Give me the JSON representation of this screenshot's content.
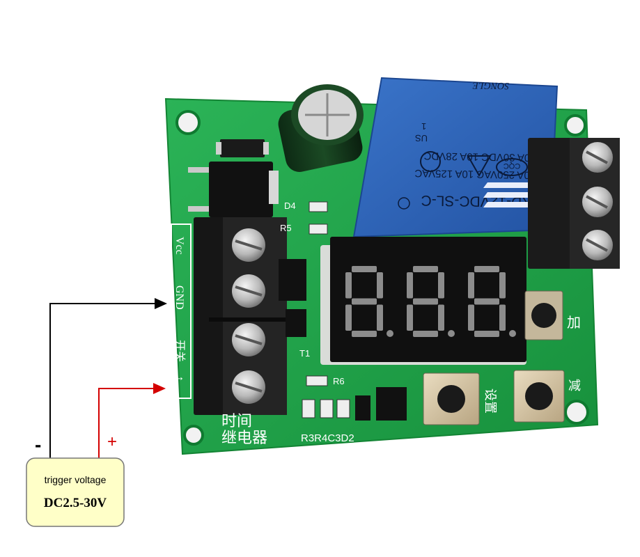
{
  "relay": {
    "model": "SRD-12VDC-SL-C",
    "ratings": [
      "10A 250VAC  10A 125VAC",
      "10A 30VDC  10A 28VDC"
    ],
    "brand": "SONGLE",
    "cert_us": "US",
    "cert_cqc": "CQC",
    "cert_num": "1"
  },
  "pcb": {
    "label_vcc": "Vcc",
    "label_gnd": "GND",
    "label_switch": "开关",
    "label_arrow": "↑",
    "title_line1": "时间",
    "title_line2": "继电器",
    "button_add": "加",
    "button_set": "设置",
    "button_sub": "减",
    "comp_d4": "D4",
    "comp_r5": "R5",
    "comp_r6": "R6",
    "comp_t1": "T1",
    "comp_bottom": "R3R4C3D2",
    "display_digits": [
      "8.",
      "8.",
      "8."
    ]
  },
  "annotation": {
    "minus": "-",
    "plus": "+",
    "box_line1": "trigger voltage",
    "box_line2": "DC2.5-30V"
  },
  "colors": {
    "pcb": "#1fa64a",
    "relay": "#2b63b8",
    "wire_negative": "#000000",
    "wire_positive": "#d40000",
    "box_fill": "#ffffc8"
  }
}
